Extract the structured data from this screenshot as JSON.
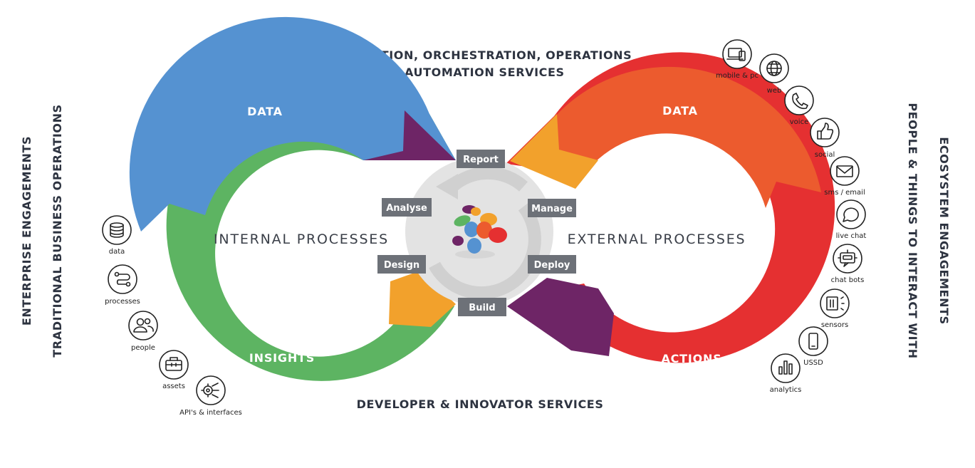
{
  "headings": {
    "top_line1": "INTEGRATION, ORCHESTRATION, OPERATIONS",
    "top_line2": "& AUTOMATION SERVICES",
    "bottom": "DEVELOPER & INNOVATOR SERVICES"
  },
  "side_titles": {
    "left_outer": "ENTERPRISE ENGAGEMENTS",
    "left_inner": "TRADITIONAL BUSINESS OPERATIONS",
    "right_inner": "PEOPLE & THINGS TO INTERACT WITH",
    "right_outer": "ECOSYSTEM ENGAGEMENTS"
  },
  "loops": {
    "left": {
      "top_label": "DATA",
      "bottom_label": "INSIGHTS",
      "center_label": "INTERNAL PROCESSES"
    },
    "right": {
      "top_label": "DATA",
      "bottom_label": "ACTIONS",
      "center_label": "EXTERNAL PROCESSES"
    }
  },
  "stages": {
    "report": "Report",
    "analyse": "Analyse",
    "manage": "Manage",
    "design": "Design",
    "deploy": "Deploy",
    "build": "Build"
  },
  "left_icons": [
    {
      "icon": "database-icon",
      "label": "data"
    },
    {
      "icon": "processes-icon",
      "label": "processes"
    },
    {
      "icon": "people-icon",
      "label": "people"
    },
    {
      "icon": "briefcase-icon",
      "label": "assets"
    },
    {
      "icon": "gear-network-icon",
      "label": "API's & interfaces"
    }
  ],
  "right_icons": [
    {
      "icon": "devices-icon",
      "label": "mobile & pc"
    },
    {
      "icon": "globe-icon",
      "label": "web"
    },
    {
      "icon": "phone-icon",
      "label": "voice"
    },
    {
      "icon": "thumbs-up-icon",
      "label": "social"
    },
    {
      "icon": "envelope-icon",
      "label": "sms / email"
    },
    {
      "icon": "chat-bubble-icon",
      "label": "live chat"
    },
    {
      "icon": "robot-icon",
      "label": "chat bots"
    },
    {
      "icon": "sensor-icon",
      "label": "sensors"
    },
    {
      "icon": "mobile-icon",
      "label": "USSD"
    },
    {
      "icon": "bar-chart-icon",
      "label": "analytics"
    }
  ],
  "colors": {
    "blue": "#5592d1",
    "green": "#5db462",
    "orange": "#f2a12c",
    "purple": "#6e2566",
    "red_orange": "#ec5b2e",
    "red": "#e53031",
    "hub_gray": "#e3e3e3",
    "stage_gray": "#6d7178"
  }
}
